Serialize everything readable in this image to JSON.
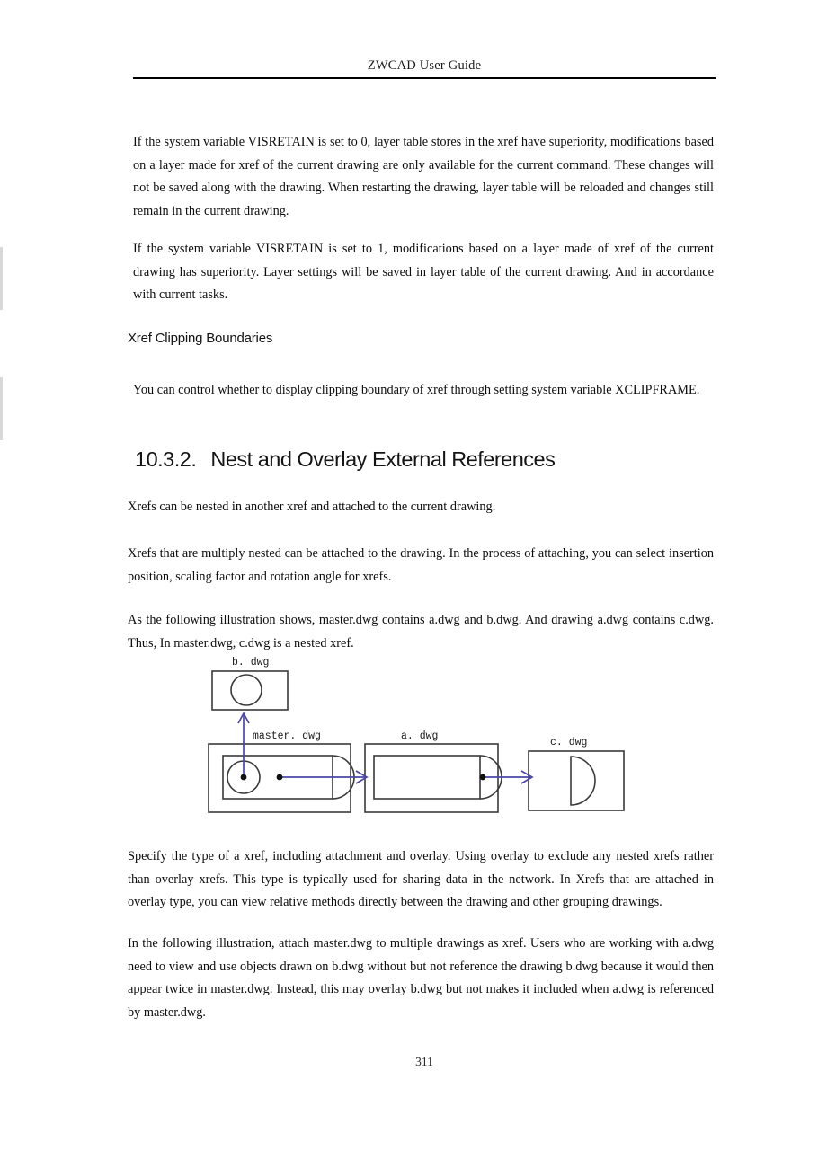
{
  "header": {
    "title": "ZWCAD User Guide"
  },
  "body": {
    "paragraph_1": "If the system variable VISRETAIN is set to 0, layer table stores in the xref have superiority, modifications based on a layer made for xref of the current drawing are only available for the current command. These changes will not be saved along with the drawing. When restarting the drawing, layer table will be reloaded and changes still remain in the current drawing.",
    "paragraph_2": "If the system variable VISRETAIN is set to 1, modifications based on a layer made of xref of the current drawing has superiority. Layer settings will be saved in layer table of the current drawing. And in accordance with current tasks.",
    "sub_heading": "Xref Clipping Boundaries",
    "paragraph_3": "You can control whether to display clipping boundary of xref through setting system variable XCLIPFRAME.",
    "section_number": "10.3.2.",
    "section_title": "Nest and Overlay External References",
    "paragraph_4": "Xrefs can be nested in another xref and attached to the current drawing.",
    "paragraph_5": "Xrefs that are multiply nested can be attached to the drawing. In the process of attaching, you can select insertion position, scaling factor and rotation angle for xrefs.",
    "paragraph_6": "As the following illustration shows, master.dwg contains a.dwg and b.dwg. And drawing a.dwg contains c.dwg. Thus, In master.dwg, c.dwg is a nested xref.",
    "paragraph_7": "Specify the type of a xref, including attachment and overlay. Using overlay to exclude any nested xrefs rather than overlay xrefs. This type is typically used for sharing data in the network. In Xrefs that are attached in overlay type, you can view relative methods directly between the drawing and other grouping drawings.",
    "paragraph_8": "In the following illustration, attach master.dwg to multiple drawings as xref. Users who are working with a.dwg need to view and use objects drawn on b.dwg without but not reference the drawing b.dwg because it would then appear twice in master.dwg. Instead, this may overlay b.dwg but not makes it included when a.dwg is referenced by master.dwg."
  },
  "diagram": {
    "labels": {
      "b_dwg": "b. dwg",
      "master_dwg": "master. dwg",
      "a_dwg": "a. dwg",
      "c_dwg": "c. dwg"
    },
    "colors": {
      "arrow": "#4b47a6",
      "outline": "#3a3a3a"
    }
  },
  "footer": {
    "page_number": "311"
  }
}
